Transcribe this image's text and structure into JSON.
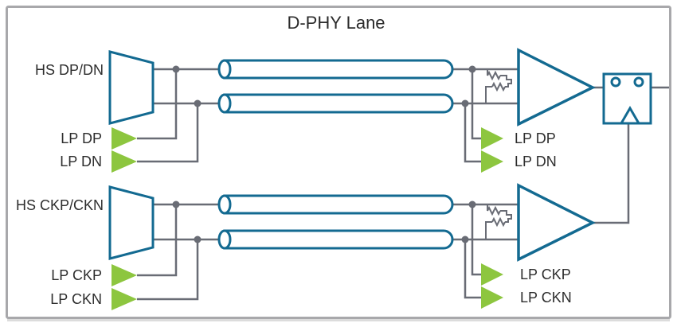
{
  "title": "D-PHY Lane",
  "data_lane": {
    "hs": "HS DP/DN",
    "lp_tx_p": "LP DP",
    "lp_tx_n": "LP DN",
    "lp_rx_p": "LP DP",
    "lp_rx_n": "LP DN"
  },
  "clock_lane": {
    "hs": "HS CKP/CKN",
    "lp_tx_p": "LP CKP",
    "lp_tx_n": "LP CKN",
    "lp_rx_p": "LP CKP",
    "lp_rx_n": "LP CKN"
  },
  "colors": {
    "shape_teal": "#136a91",
    "wire_gray": "#696c75",
    "lp_green": "#8dc63f",
    "text": "#2d2d2d",
    "frame_border": "#a8a8ab"
  }
}
